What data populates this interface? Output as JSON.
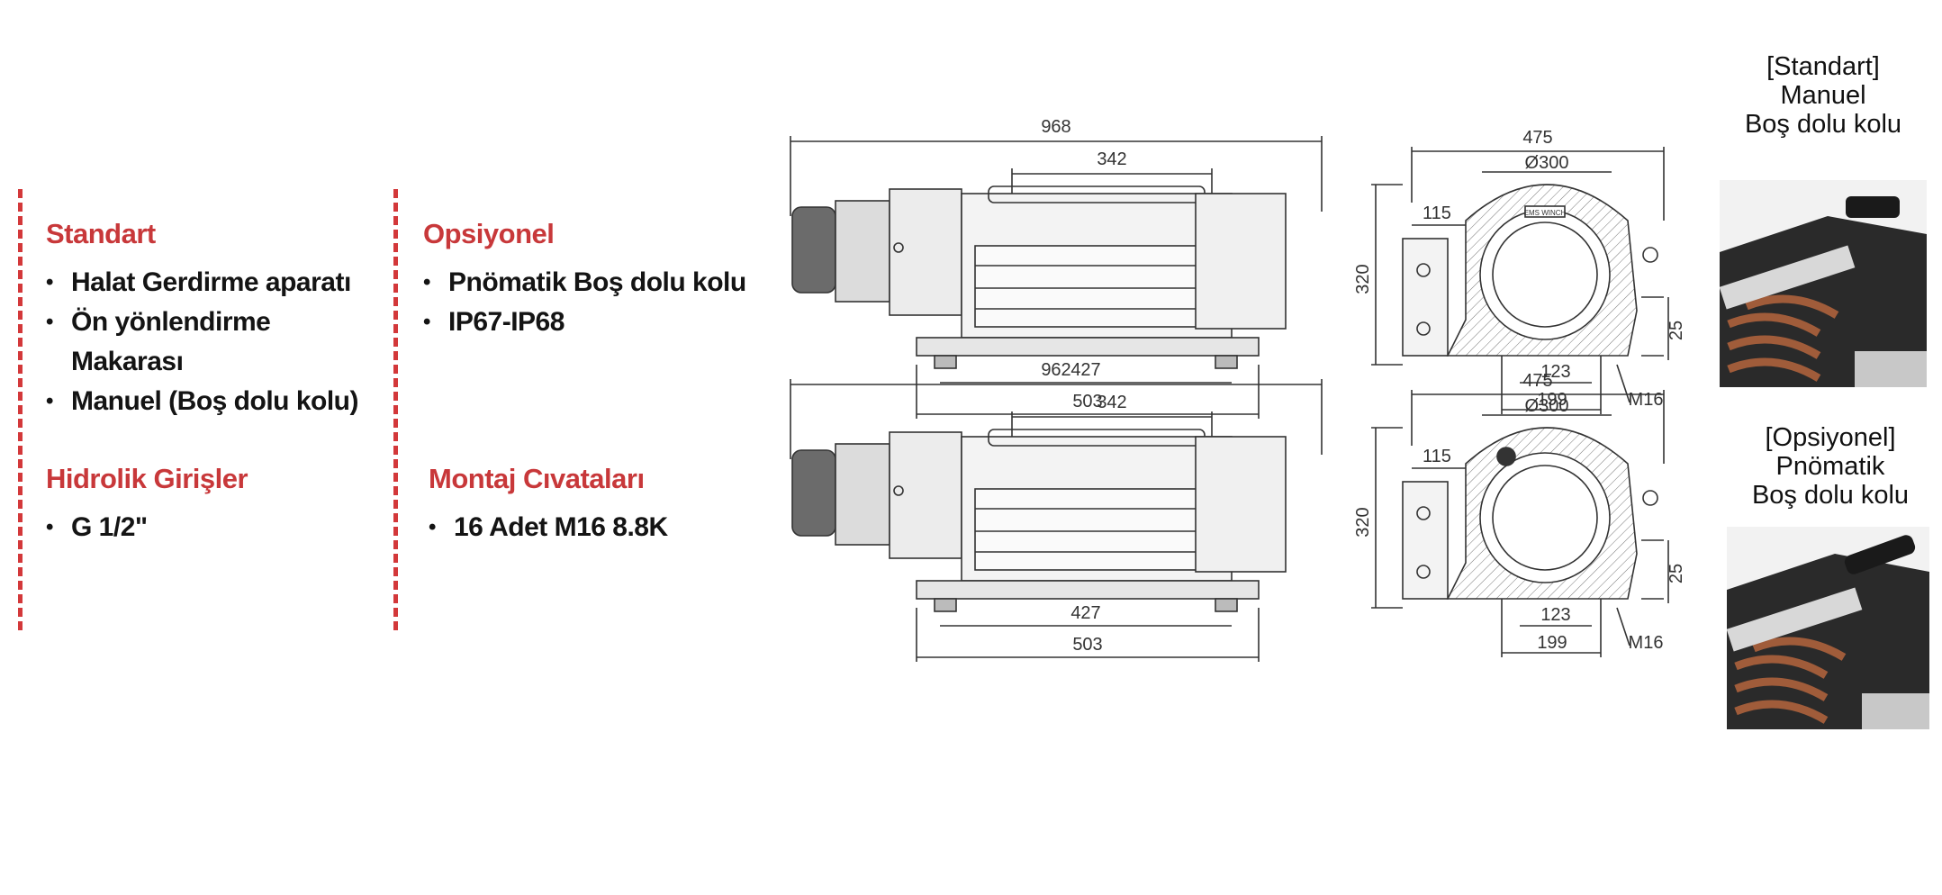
{
  "features": {
    "standard": {
      "title": "Standart",
      "items": [
        "Halat Gerdirme aparatı",
        "Ön yönlendirme Makarası",
        "Manuel (Boş dolu kolu)"
      ]
    },
    "optional": {
      "title": "Opsiyonel",
      "items": [
        "Pnömatik Boş dolu kolu",
        "IP67-IP68"
      ]
    },
    "hydraulic": {
      "title": "Hidrolik Girişler",
      "items": [
        "G 1/2\""
      ]
    },
    "mounting": {
      "title": "Montaj Cıvataları",
      "items": [
        "16 Adet M16 8.8K"
      ]
    }
  },
  "drawings": {
    "top_side": {
      "overall": "968",
      "drum": "342",
      "base_inner": "427",
      "base_outer": "503"
    },
    "top_front": {
      "width": "475",
      "drum_dia": "Ø300",
      "offset": "115",
      "height": "320",
      "foot": "25",
      "hole_inner": "123",
      "hole_outer": "199",
      "bolt": "M16"
    },
    "bottom_side": {
      "overall": "962",
      "drum": "342",
      "base_inner": "427",
      "base_outer": "503"
    },
    "bottom_front": {
      "width": "475",
      "drum_dia": "Ø300",
      "offset": "115",
      "height": "320",
      "foot": "25",
      "hole_inner": "123",
      "hole_outer": "199",
      "bolt": "M16"
    },
    "nameplate": "EMS WINCH"
  },
  "options": {
    "standard": {
      "line1": "[Standart]",
      "line2": "Manuel",
      "line3": "Boş dolu kolu"
    },
    "optional": {
      "line1": "[Opsiyonel]",
      "line2": "Pnömatik",
      "line3": "Boş dolu kolu"
    }
  }
}
